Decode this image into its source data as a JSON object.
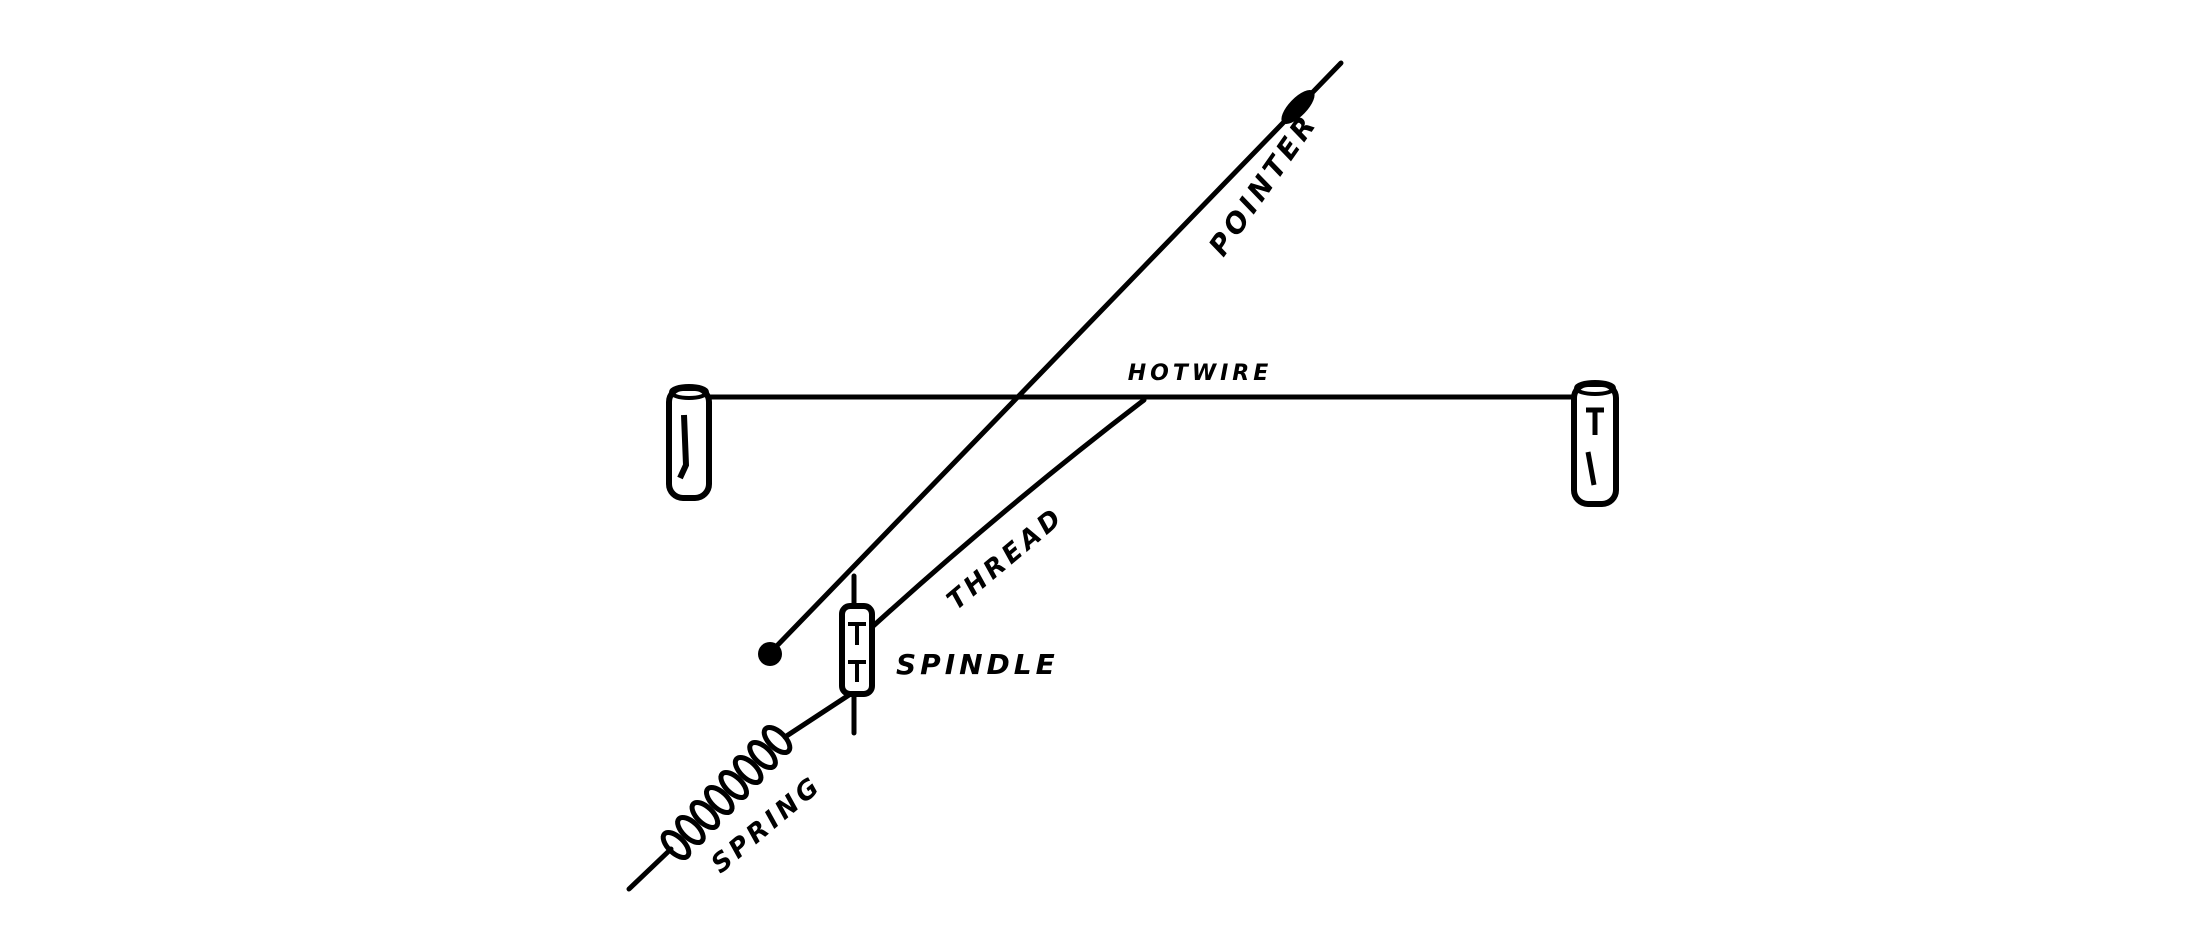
{
  "labels": {
    "pointer": "POINTER",
    "hotwire": "HOTWIRE",
    "thread": "THREAD",
    "spindle": "SPINDLE",
    "spring": "SPRING"
  },
  "colors": {
    "ink": "#000000",
    "background": "#ffffff"
  }
}
